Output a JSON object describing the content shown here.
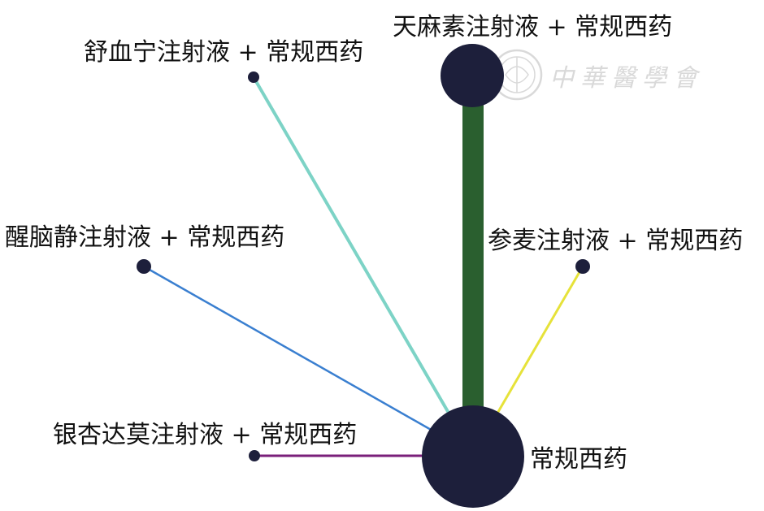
{
  "diagram": {
    "type": "network-meta-analysis",
    "nodes": [
      {
        "id": "tianma",
        "label": "天麻素注射液 + 常规西药",
        "sample_size": "large"
      },
      {
        "id": "shuxuening",
        "label": "舒血宁注射液 + 常规西药",
        "sample_size": "small"
      },
      {
        "id": "xingnaojing",
        "label": "醒脑静注射液 + 常规西药",
        "sample_size": "small"
      },
      {
        "id": "shenmai",
        "label": "参麦注射液 + 常规西药",
        "sample_size": "small"
      },
      {
        "id": "yinxingdamo",
        "label": "银杏达莫注射液 + 常规西药",
        "sample_size": "small"
      },
      {
        "id": "conventional",
        "label": "常规西药",
        "sample_size": "largest"
      }
    ],
    "edges": [
      {
        "from": "tianma",
        "to": "conventional",
        "color": "#2a5f2f",
        "weight": "heavy"
      },
      {
        "from": "shuxuening",
        "to": "conventional",
        "color": "#7dd3c6",
        "weight": "light"
      },
      {
        "from": "xingnaojing",
        "to": "conventional",
        "color": "#3a7fd0",
        "weight": "light"
      },
      {
        "from": "shenmai",
        "to": "conventional",
        "color": "#e6e23a",
        "weight": "light"
      },
      {
        "from": "yinxingdamo",
        "to": "conventional",
        "color": "#7a1f7a",
        "weight": "light"
      }
    ],
    "colors": {
      "node_fill": "#1d1f3b",
      "label_color": "#111111",
      "watermark_color": "#d9d9d9"
    }
  },
  "watermark": {
    "text": "中華醫學會"
  }
}
